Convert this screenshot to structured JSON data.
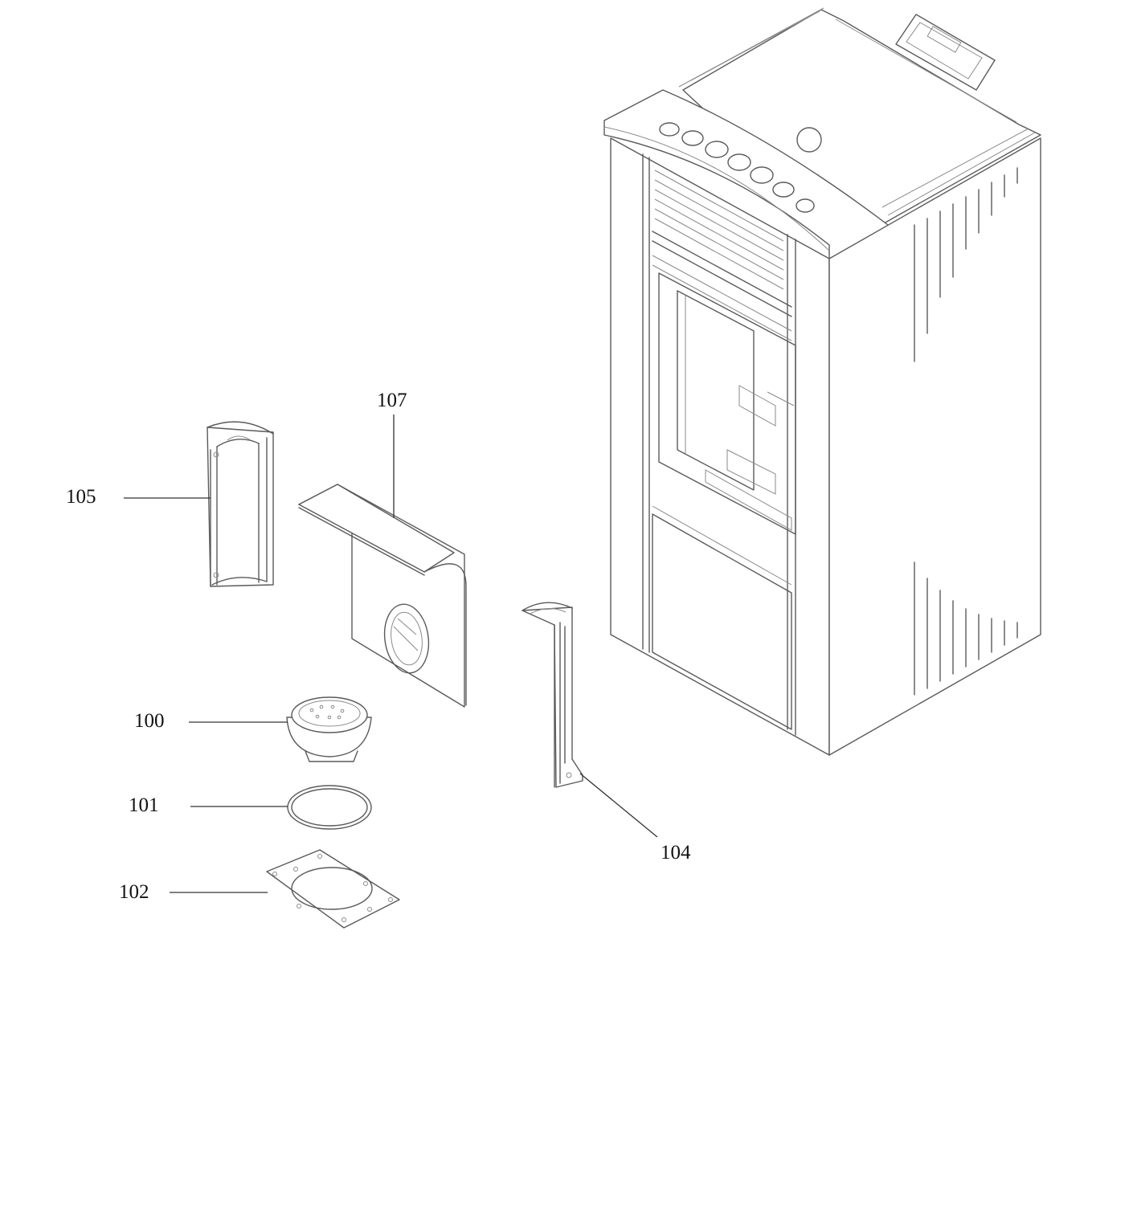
{
  "parts": [
    {
      "id": "part-105",
      "label": "105"
    },
    {
      "id": "part-107",
      "label": "107"
    },
    {
      "id": "part-100",
      "label": "100"
    },
    {
      "id": "part-101",
      "label": "101"
    },
    {
      "id": "part-102",
      "label": "102"
    },
    {
      "id": "part-104",
      "label": "104"
    }
  ]
}
